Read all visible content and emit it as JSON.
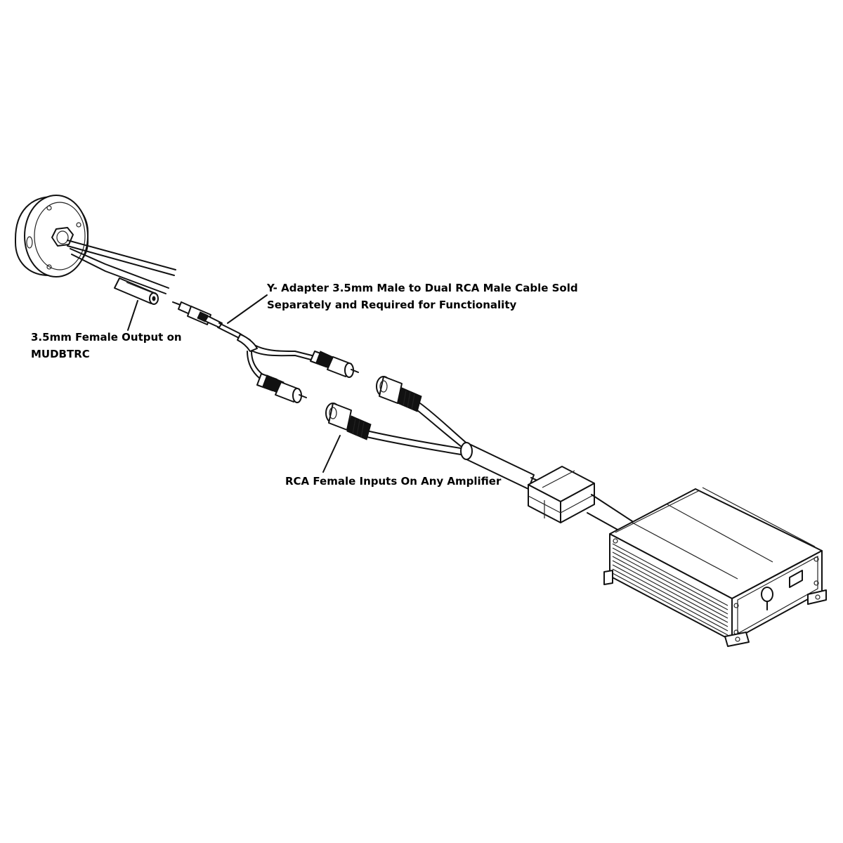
{
  "callouts": {
    "female_output": {
      "line1": "3.5mm Female Output on",
      "line2": "MUDBTRC"
    },
    "y_adapter": {
      "line1": "Y- Adapter 3.5mm Male to Dual RCA Male Cable Sold",
      "line2": "Separately and Required for Functionality"
    },
    "rca_inputs": {
      "line1": "RCA Female Inputs On Any Amplifier"
    }
  },
  "components": {
    "remote_puck": {
      "icon": "bluetooth-remote-puck-icon"
    },
    "stereo_plug": {
      "icon": "3.5mm-male-plug-icon"
    },
    "rca_male_plugs": {
      "icon": "rca-male-plug-icon",
      "count": 2
    },
    "rca_female_jacks": {
      "icon": "rca-female-jack-icon",
      "count": 2
    },
    "amplifier": {
      "icon": "amplifier-box-icon"
    }
  },
  "colors": {
    "line": "#111111",
    "background": "#ffffff"
  }
}
